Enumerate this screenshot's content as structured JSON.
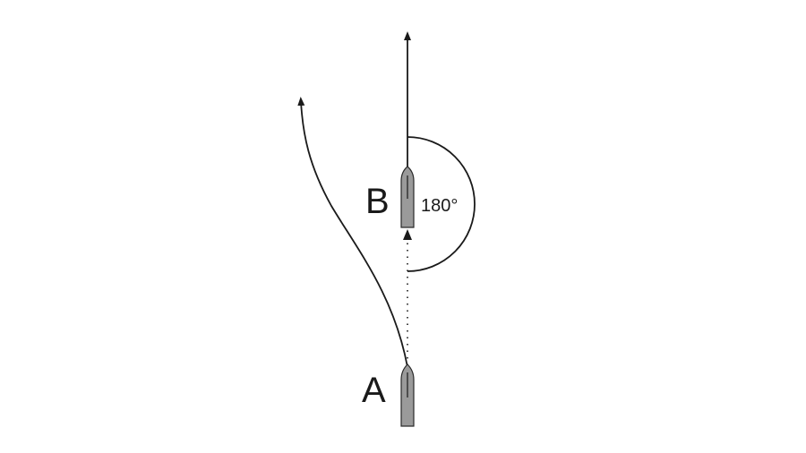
{
  "diagram": {
    "labels": {
      "point_a": "A",
      "point_b": "B",
      "angle": "180°"
    },
    "colors": {
      "line": "#1a1a1a",
      "ship_fill": "#9a9a9a",
      "ship_stroke": "#2a2a2a",
      "background": "#ffffff"
    }
  }
}
